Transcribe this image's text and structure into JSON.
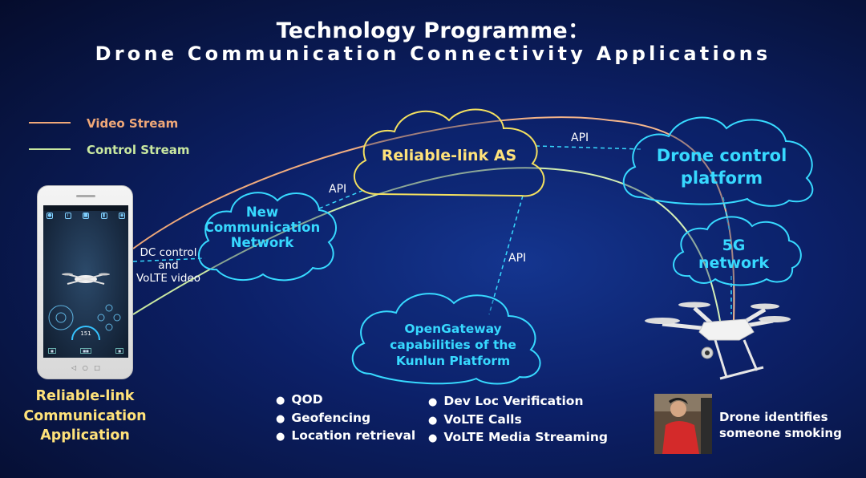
{
  "title": {
    "line1": "Technology Programme：",
    "line2": "Drone Communication Connectivity Applications"
  },
  "legend": {
    "video": "Video Stream",
    "control": "Control Stream",
    "video_color": "#f0a878",
    "control_color": "#c9e8a0"
  },
  "clouds": {
    "reliable_link_as": "Reliable-link AS",
    "drone_control_line1": "Drone control",
    "drone_control_line2": "platform",
    "ncn_line1": "New",
    "ncn_line2": "Communication",
    "ncn_line3": "Network",
    "fiveg_line1": "5G",
    "fiveg_line2": "network",
    "og_line1": "OpenGateway",
    "og_line2": "capabilities of the",
    "og_line3": "Kunlun Platform"
  },
  "api": {
    "label_top": "API",
    "label_left": "API",
    "label_middle": "API"
  },
  "link": {
    "dc_line1": "DC control",
    "dc_line2": "and",
    "dc_line3": "VoLTE video"
  },
  "app": {
    "line1": "Reliable-link",
    "line2": "Communication",
    "line3": "Application",
    "speed_value": "151"
  },
  "capabilities_left": [
    "QOD",
    "Geofencing",
    "Location retrieval"
  ],
  "capabilities_right": [
    "Dev Loc Verification",
    "VoLTE Calls",
    "VoLTE Media Streaming"
  ],
  "smoke": {
    "line1": "Drone identifies",
    "line2": "someone smoking"
  },
  "colors": {
    "cyan": "#37d9ff",
    "yellow": "#ffe27a"
  }
}
